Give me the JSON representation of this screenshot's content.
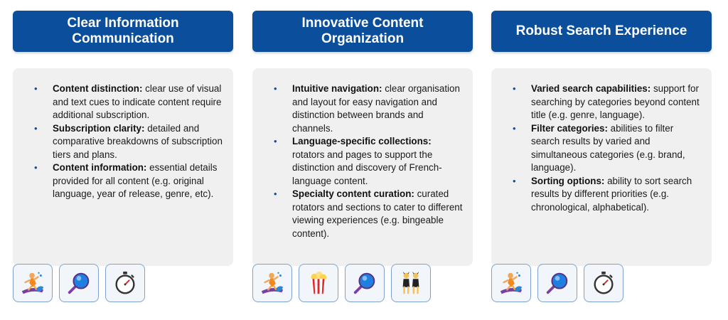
{
  "columns": [
    {
      "title": "Clear Information Communication",
      "points": [
        {
          "bold": "Content distinction:",
          "text": " clear use of visual and text cues to indicate content require additional subscription."
        },
        {
          "bold": "Subscription clarity:",
          "text": " detailed and comparative breakdowns of subscription tiers and plans."
        },
        {
          "bold": "Content information:",
          "text": " essential details provided for all content (e.g. original language, year of release, genre, etc)."
        }
      ],
      "icons": [
        "surfer-icon",
        "magnifier-icon",
        "stopwatch-icon"
      ]
    },
    {
      "title": "Innovative Content Organization",
      "points": [
        {
          "bold": "Intuitive navigation:",
          "text": " clear organisation and layout for easy navigation and distinction between brands and channels."
        },
        {
          "bold": "Language-specific collections:",
          "text": " rotators and pages to support the distinction and discovery of French-language content."
        },
        {
          "bold": "Specialty content curation:",
          "text": " curated rotators and sections to cater to different viewing experiences (e.g. bingeable content)."
        }
      ],
      "icons": [
        "surfer-icon",
        "popcorn-icon",
        "magnifier-icon",
        "dancers-icon"
      ]
    },
    {
      "title": "Robust Search Experience",
      "points": [
        {
          "bold": "Varied search capabilities:",
          "text": " support for searching by categories beyond content title (e.g. genre, language)."
        },
        {
          "bold": "Filter categories:",
          "text": " abilities to filter search results by varied and simultaneous categories (e.g. brand, language)."
        },
        {
          "bold": "Sorting options:",
          "text": " ability to sort search results by different priorities (e.g. chronological, alphabetical)."
        }
      ],
      "icons": [
        "surfer-icon",
        "magnifier-icon",
        "stopwatch-icon"
      ]
    }
  ],
  "bullet_glyph": "•",
  "colors": {
    "header_bg": "#0b4f9c",
    "card_bg": "#f0f0f0",
    "bullet": "#0b4f9c",
    "tile_border": "#7ea2cf"
  }
}
